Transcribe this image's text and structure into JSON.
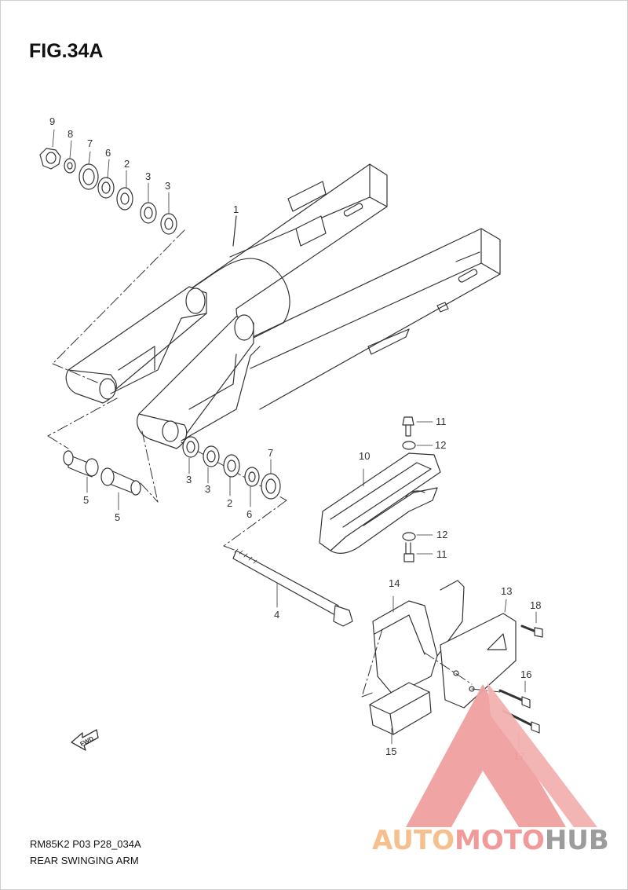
{
  "figure": {
    "title": "FIG.34A",
    "code": "RM85K2 P03 P28_034A",
    "name": "REAR SWINGING ARM"
  },
  "callouts": {
    "c9": "9",
    "c8": "8",
    "c7a": "7",
    "c6a": "6",
    "c2a": "2",
    "c3a": "3",
    "c3b": "3",
    "c1": "1",
    "c5a": "5",
    "c5b": "5",
    "c3c": "3",
    "c3d": "3",
    "c2b": "2",
    "c6b": "6",
    "c7b": "7",
    "c4": "4",
    "c10": "10",
    "c11a": "11",
    "c12a": "12",
    "c12b": "12",
    "c11b": "11",
    "c14": "14",
    "c13": "13",
    "c18": "18",
    "c16": "16",
    "c17": "17",
    "c15": "15"
  },
  "fwd_arrow": {
    "label": "FWD"
  },
  "watermark": {
    "auto": "AUTO",
    "moto": "MOTO",
    "hub": "HUB",
    "colors": {
      "triangle": "#f0a0a0",
      "auto": "#f5c08d",
      "moto": "#f19a9a",
      "hub": "#9c9c9c"
    }
  }
}
